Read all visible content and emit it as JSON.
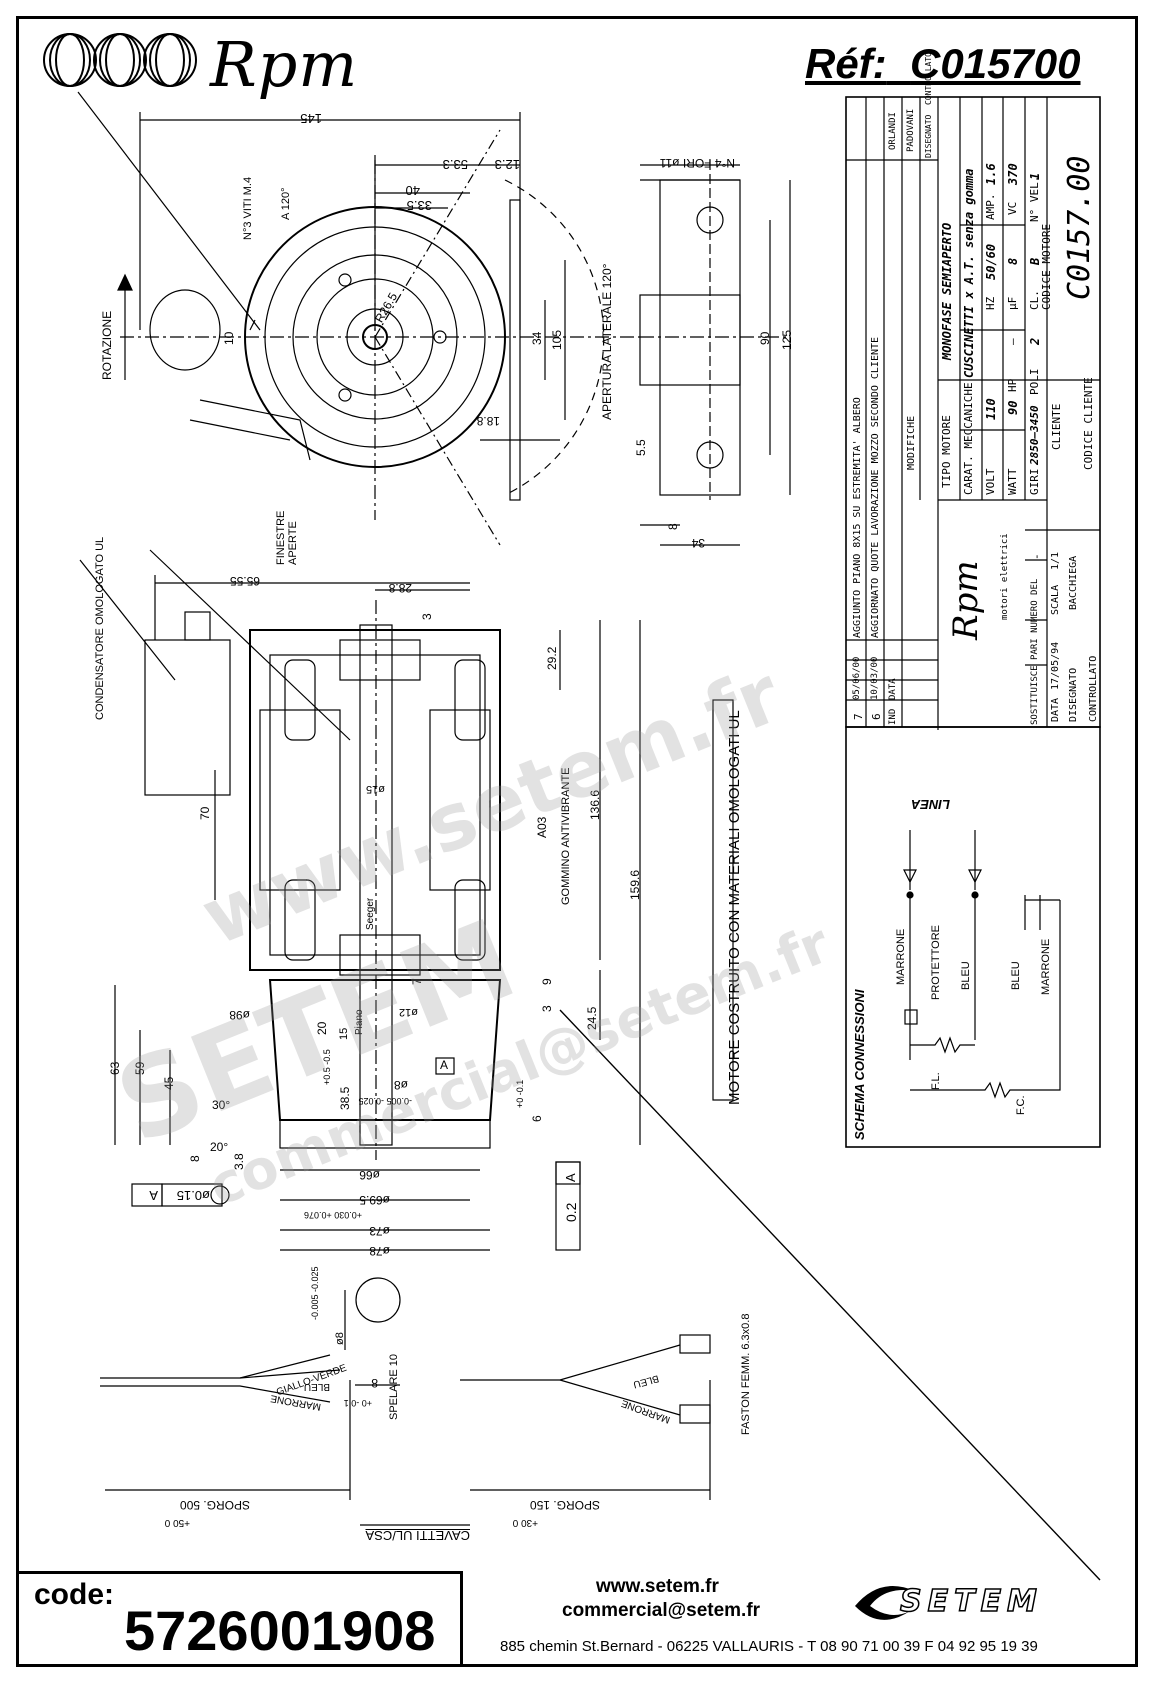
{
  "header": {
    "brand": "Rpm",
    "ref_label": "Réf:",
    "ref_value": "C015700"
  },
  "top_view": {
    "dim_145": "145",
    "dim_53_3": "53.3",
    "dim_12_3": "12.3",
    "dim_40": "40",
    "dim_33_5": "33.5",
    "screws": "N°3 VITI M.4",
    "screws_angle": "A 120°",
    "rotation": "ROTAZIONE",
    "dim_10": "10",
    "radius": "R26.5",
    "dim_34": "34",
    "dim_105": "105",
    "dim_18_8": "18.8",
    "lateral_opening": "APERTURA LATERALE 120°"
  },
  "bracket_view": {
    "holes": "N°4 FORI ø11",
    "dim_90": "90",
    "dim_125": "125",
    "dim_5_5": "5.5",
    "dim_8": "8",
    "dim_34": "34"
  },
  "section_view": {
    "windows": "FINESTRE APERTE",
    "capacitor": "CONDENSATORE OMOLOGATO UL",
    "dim_65_55": "65.55",
    "dim_28_8": "28.8",
    "dim_3": "3",
    "dim_29_2": "29.2",
    "dim_136_6": "136.6",
    "dim_159_6": "159.6",
    "dim_a03": "A03",
    "antivibration": "GOMMINO ANTIVIBRANTE",
    "dim_15": "ø15",
    "dim_70": "70",
    "seeger": "Seeger",
    "dim_7": "7",
    "dim_9": "9",
    "dim_3b": "3",
    "dim_24_5": "24.5",
    "dim_98": "ø98",
    "dim_20": "20",
    "dim_15b": "15",
    "dim_12": "ø12",
    "piano": "Piano",
    "dim_38_5": "38.5",
    "tol_38_5": "+0.5 -0.5",
    "dim_8_shaft": "ø8",
    "tol_shaft": "-0.005 -0.025",
    "dim_6": "6",
    "tol_6": "+0 -0.1",
    "datum_a": "A",
    "dim_63": "63",
    "dim_59": "59",
    "dim_45": "45",
    "angle_30": "30°",
    "angle_20": "20°",
    "dim_8b": "8",
    "dim_3_8": "3.8",
    "dim_66": "ø66",
    "dim_69_5": "ø69.5",
    "tol_69_5": "+0.030 +0.076",
    "dim_73": "ø73",
    "dim_78": "ø78",
    "concentricity": "ø0.15",
    "concentricity_ref": "A",
    "perp_value": "0.2",
    "perp_ref": "A",
    "ul_note": "MOTORE COSTRUITO CON MATERIALI OMOLOGATI UL",
    "shaft_detail": "ø8",
    "shaft_detail_tol": "-0.005 -0.025",
    "dim_8_flat": "8",
    "tol_flat": "+0 -0.1"
  },
  "cables": {
    "giallo_verde": "GIALLO-VERDE",
    "bleu": "BLEU",
    "marrone": "MARRONE",
    "spelare": "SPELARE 10",
    "sporg_500": "SPORG. 500",
    "tol_500": "+50 0",
    "cavetti": "CAVETTI UL/CSA",
    "bleu_right": "BLEU",
    "marrone_right": "MARRONE",
    "faston": "FASTON FEMM. 6.3x0.8",
    "sporg_150": "SPORG. 150",
    "tol_150": "+30 0"
  },
  "title_block": {
    "revisions": [
      {
        "ind": "7",
        "date": "05/06/00",
        "text": "AGGIUNTO PIANO 8X15 SU ESTREMITA' ALBERO",
        "sign": "ORLANDI"
      },
      {
        "ind": "6",
        "date": "10/03/00",
        "text": "AGGIORNATO QUOTE LAVORAZIONE MOZZO SECONDO CLIENTE",
        "sign": "PADOVANI"
      }
    ],
    "col_ind": "IND",
    "col_data": "DATA",
    "col_modifiche": "MODIFICHE",
    "col_disegnato": "DISEGNATO",
    "col_controllato": "CONTROLLATO",
    "tipo_motore_label": "TIPO MOTORE",
    "tipo_motore": "MONOFASE SEMIAPERTO",
    "carat_label": "CARAT. MECCANICHE",
    "carat": "CUSCINETTI x A.T. senza gomma",
    "volt_label": "VOLT",
    "volt": "110",
    "hz_label": "HZ",
    "hz": "50/60",
    "amp_label": "AMP.",
    "amp": "1.6",
    "watt_label": "WATT",
    "watt": "90",
    "hp_label": "HP",
    "hp": "–",
    "uf_label": "µF",
    "uf": "8",
    "vc_label": "VC",
    "vc": "370",
    "giri_label": "GIRI",
    "giri": "2850–3450",
    "poli_label": "POLI",
    "poli": "2",
    "cl_label": "CL.",
    "cl": "B",
    "nvel_label": "N° VEL.",
    "nvel": "1",
    "codice_motore_label": "CODICE MOTORE",
    "codice_motore": "C0157.00",
    "cliente_label": "CLIENTE",
    "codice_cliente_label": "CODICE CLIENTE",
    "company": "Rpm",
    "company_sub": "motori elettrici",
    "sost_label": "SOSTITUISCE PARI NUMERO DEL",
    "sost": "-",
    "data_label": "DATA",
    "data": "17/05/94",
    "scala_label": "SCALA",
    "scala": "1/1",
    "disegnato_label": "DISEGNATO",
    "disegnato": "BACCHIEGA",
    "controllato_label": "CONTROLLATO"
  },
  "schema": {
    "title": "SCHEMA CONNESSIONI",
    "linea": "LINEA",
    "marrone": "MARRONE",
    "protettore": "PROTETTORE",
    "bleu": "BLEU",
    "bleu2": "BLEU",
    "marrone2": "MARRONE",
    "fl": "F.L.",
    "fc": "F.C."
  },
  "footer": {
    "code_label": "code:",
    "code": "5726001908",
    "web": "www.setem.fr",
    "email": "commercial@setem.fr",
    "address": "885 chemin St.Bernard  -  06225 VALLAURIS  -  T 08 90 71 00 39   F 04 92 95 19 39",
    "logo": "SETEM"
  },
  "watermarks": {
    "w1": "www.setem.fr",
    "w2": "SETEM",
    "w3": "commercial@setem.fr"
  }
}
